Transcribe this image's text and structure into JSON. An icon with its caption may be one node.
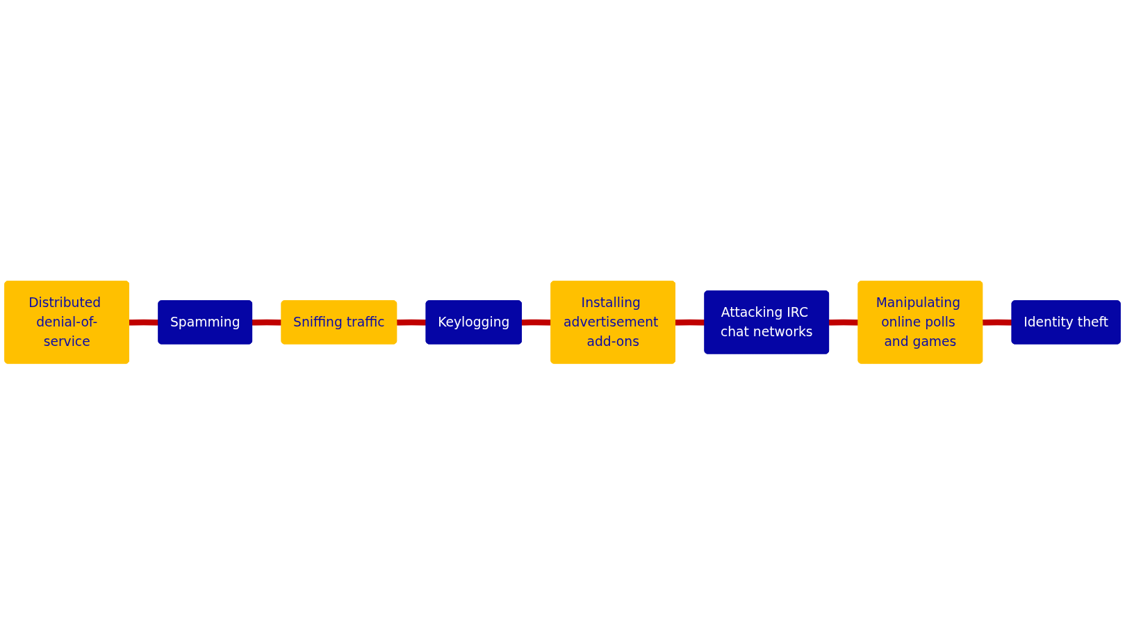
{
  "diagram": {
    "nodes": [
      {
        "text": [
          "Distributed denial-of-service"
        ]
      },
      {
        "text": [
          "Spamming"
        ]
      },
      {
        "text": [
          "Sniffing traffic"
        ]
      },
      {
        "text": [
          "Keylogging"
        ]
      },
      {
        "text": [
          "Installing advertisement add-ons"
        ]
      },
      {
        "text": [
          "Attacking IRC chat networks"
        ]
      },
      {
        "text": [
          "Manipulating online polls and games"
        ]
      },
      {
        "text": [
          "Identity theft"
        ]
      }
    ],
    "edges": [
      {
        "from": 0,
        "to": 1,
        "arrow": "none"
      },
      {
        "from": 1,
        "to": 2,
        "arrow": "none"
      },
      {
        "from": 2,
        "to": 3,
        "arrow": "none"
      },
      {
        "from": 3,
        "to": 4,
        "arrow": "none"
      },
      {
        "from": 4,
        "to": 5,
        "arrow": "none"
      },
      {
        "from": 5,
        "to": 6,
        "arrow": "none"
      },
      {
        "from": 6,
        "to": 7,
        "arrow": "none"
      }
    ]
  }
}
